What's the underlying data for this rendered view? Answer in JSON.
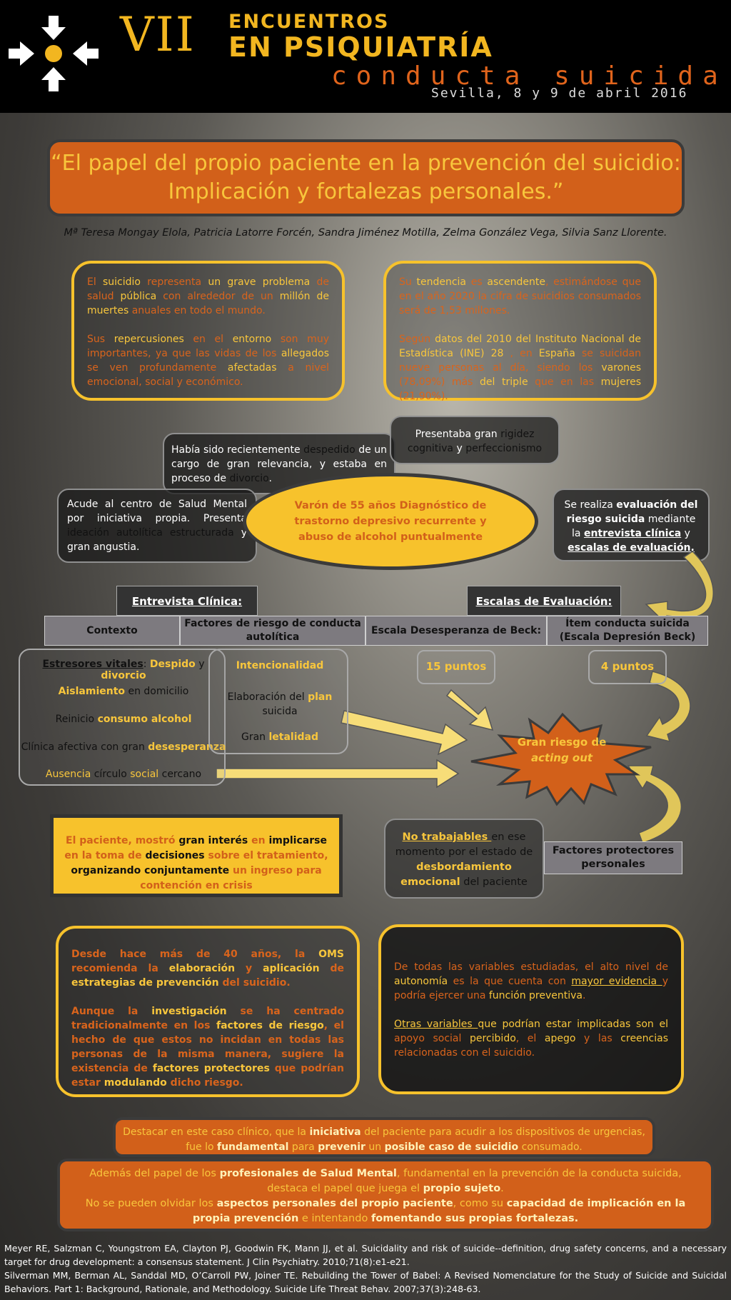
{
  "header": {
    "edition": "VII",
    "line1": "ENCUENTROS",
    "line2": "EN PSIQUIATRÍA",
    "subtitle": "conducta suicida",
    "date": "Sevilla, 8 y 9 de abril 2016"
  },
  "title": "“El papel del propio paciente en la prevención del suicidio: Implicación y fortalezas personales.”",
  "authors": "Mª Teresa Mongay Elola, Patricia Latorre Forcén, Sandra Jiménez Motilla, Zelma González Vega, Silvia Sanz Llorente.",
  "intro_left": {
    "p1": [
      {
        "t": "El ",
        "c": "o"
      },
      {
        "t": "suicidio",
        "c": "y"
      },
      {
        "t": " representa ",
        "c": "o"
      },
      {
        "t": "un grave problema",
        "c": "y"
      },
      {
        "t": " de salud ",
        "c": "o"
      },
      {
        "t": "pública",
        "c": "y"
      },
      {
        "t": " con alrededor de un ",
        "c": "o"
      },
      {
        "t": "millón de muertes",
        "c": "y"
      },
      {
        "t": " anuales en todo el mundo.",
        "c": "o"
      }
    ],
    "p2": [
      {
        "t": "Sus ",
        "c": "o"
      },
      {
        "t": "repercusiones",
        "c": "y"
      },
      {
        "t": " en el ",
        "c": "o"
      },
      {
        "t": "entorno",
        "c": "y"
      },
      {
        "t": " son muy importantes, ya que las vidas de los ",
        "c": "o"
      },
      {
        "t": "allegados",
        "c": "y"
      },
      {
        "t": " se ven profundamente ",
        "c": "o"
      },
      {
        "t": "afectadas",
        "c": "y"
      },
      {
        "t": " a nivel emocional, social y económico.",
        "c": "o"
      }
    ]
  },
  "intro_right": {
    "p1": [
      {
        "t": "Su ",
        "c": "o"
      },
      {
        "t": "tendencia",
        "c": "y"
      },
      {
        "t": " es ",
        "c": "o"
      },
      {
        "t": "ascendente",
        "c": "y"
      },
      {
        "t": ", estimándose que en el año 2020 la cifra de suicidios consumados será de 1,53 millones.",
        "c": "o"
      }
    ],
    "p2": [
      {
        "t": "Según ",
        "c": "o"
      },
      {
        "t": "datos del 2010 del Instituto Nacional de Estadística (INE) 28",
        "c": "y"
      },
      {
        "t": " , en ",
        "c": "o"
      },
      {
        "t": "España",
        "c": "y"
      },
      {
        "t": " se suicidan nueve personas al día, siendo los ",
        "c": "o"
      },
      {
        "t": "varones",
        "c": "y"
      },
      {
        "t": " (78,09%) más ",
        "c": "o"
      },
      {
        "t": "del triple",
        "c": "y"
      },
      {
        "t": " que en las ",
        "c": "o"
      },
      {
        "t": "mujeres",
        "c": "y"
      },
      {
        "t": " (21,90%).",
        "c": "o"
      }
    ]
  },
  "case": {
    "despedido": [
      {
        "t": "Había sido recientemente ",
        "c": "w"
      },
      {
        "t": "despedido",
        "c": "k"
      },
      {
        "t": " de un cargo de gran relevancia, y estaba en proceso de ",
        "c": "w"
      },
      {
        "t": "divorcio",
        "c": "k"
      },
      {
        "t": ".",
        "c": "w"
      }
    ],
    "rigidez": [
      {
        "t": "Presentaba gran ",
        "c": "w"
      },
      {
        "t": "rigidez cognitiva",
        "c": "k"
      },
      {
        "t": " y ",
        "c": "w"
      },
      {
        "t": "perfeccionismo",
        "c": "k"
      }
    ],
    "acude": [
      {
        "t": "Acude al centro de Salud Mental por iniciativa propia.",
        "c": "w"
      },
      {
        "t": " Presenta ",
        "c": "w"
      },
      {
        "t": "ideación autolítica estructurada",
        "c": "k"
      },
      {
        "t": " y gran angustia.",
        "c": "w"
      }
    ],
    "ellipse": "Varón de 55 años Diagnóstico de trastorno depresivo recurrente y abuso de alcohol puntualmente",
    "evaluacion": {
      "pre": "Se realiza ",
      "bold": "evaluación del riesgo suicida",
      "mid": " mediante la ",
      "u1": "entrevista clínica",
      "y": " y ",
      "u2": "escalas de evaluación."
    }
  },
  "labels": {
    "entrevista": "Entrevista Clínica:",
    "escalas": "Escalas de Evaluación:"
  },
  "headers": [
    "Contexto",
    "Factores de riesgo de conducta autolítica",
    "Escala Desesperanza de Beck:",
    "Ítem conducta suicida (Escala  Depresión Beck)"
  ],
  "contexto": [
    {
      "title": "Estresores vitales",
      "colon": ": ",
      "a": "Despido",
      "y": " y ",
      "b": "divorcio"
    },
    {
      "a": "Aislamiento",
      "rest": " en domicilio"
    },
    {
      "pre": "Reinicio ",
      "a": "consumo alcohol"
    },
    {
      "pre": "Clínica afectiva con gran ",
      "a": "desesperanza"
    },
    {
      "a": "Ausencia",
      "m1": " círculo ",
      "b": "social",
      "m2": " cercano"
    }
  ],
  "factores": [
    {
      "a": "Intencionalidad"
    },
    {
      "pre": "Elaboración del ",
      "a": "plan",
      "post": " suicida"
    },
    {
      "pre": "Gran ",
      "a": "letalidad"
    }
  ],
  "beck_score": "15 puntos",
  "item_score": "4 puntos",
  "gran_riesgo": {
    "l1": "Gran riesgo de",
    "l2": "acting out"
  },
  "paciente_box": [
    {
      "t": "El paciente, ",
      "c": "o"
    },
    {
      "t": "mostró ",
      "c": "o"
    },
    {
      "t": "gran interés",
      "c": "k"
    },
    {
      "t": " en ",
      "c": "o"
    },
    {
      "t": "implicarse",
      "c": "k"
    },
    {
      "t": " en la toma de ",
      "c": "o"
    },
    {
      "t": "decisiones",
      "c": "k"
    },
    {
      "t": " sobre el tratamiento, ",
      "c": "o"
    },
    {
      "t": "organizando conjuntamente",
      "c": "k"
    },
    {
      "t": " un ingreso para contención en crisis",
      "c": "o"
    }
  ],
  "no_trabajables": {
    "u": "No trabajables ",
    "t1": "en ese momento por el estado de ",
    "y": "desbordamiento emocional",
    "t2": " del paciente"
  },
  "factores_protectores": "Factores protectores personales",
  "oms_box": {
    "p1": [
      {
        "t": "Desde hace más de 40 años, la ",
        "c": "o"
      },
      {
        "t": "OMS",
        "c": "y"
      },
      {
        "t": " recomienda la ",
        "c": "o"
      },
      {
        "t": "elaboración",
        "c": "y"
      },
      {
        "t": " y ",
        "c": "o"
      },
      {
        "t": "aplicación",
        "c": "y"
      },
      {
        "t": " de ",
        "c": "o"
      },
      {
        "t": "estrategias de prevención",
        "c": "y"
      },
      {
        "t": " del suicidio.",
        "c": "o"
      }
    ],
    "p2": [
      {
        "t": "Aunque la ",
        "c": "o"
      },
      {
        "t": "investigación",
        "c": "y"
      },
      {
        "t": " se ha centrado tradicionalmente en los ",
        "c": "o"
      },
      {
        "t": "factores de riesgo",
        "c": "y"
      },
      {
        "t": ", el hecho de que estos no incidan en todas las personas de la misma manera, sugiere la existencia de ",
        "c": "o"
      },
      {
        "t": "factores protectores",
        "c": "y"
      },
      {
        "t": " que podrían estar ",
        "c": "o"
      },
      {
        "t": "modulando",
        "c": "y"
      },
      {
        "t": " dicho riesgo.",
        "c": "o"
      }
    ]
  },
  "variables_box": {
    "p1": [
      {
        "t": "De todas las variables estudiadas, el alto nivel de ",
        "c": "o"
      },
      {
        "t": "autonomía",
        "c": "y"
      },
      {
        "t": " es la que cuenta con ",
        "c": "o"
      },
      {
        "t": "mayor evidencia ",
        "c": "yu"
      },
      {
        "t": "y podría ejercer una ",
        "c": "o"
      },
      {
        "t": "función preventiva",
        "c": "y"
      },
      {
        "t": ".",
        "c": "o"
      }
    ],
    "p2": [
      {
        "t": "Otras variables ",
        "c": "yu"
      },
      {
        "t": "que podrían estar implicadas son el ",
        "c": "y"
      },
      {
        "t": "apoyo social",
        "c": "o"
      },
      {
        "t": " percibido",
        "c": "y"
      },
      {
        "t": ", el ",
        "c": "o"
      },
      {
        "t": "apego",
        "c": "y"
      },
      {
        "t": " y las ",
        "c": "o"
      },
      {
        "t": "creencias",
        "c": "y"
      },
      {
        "t": " relacionadas con el suicidio.",
        "c": "o"
      }
    ]
  },
  "destacar": [
    {
      "t": "Destacar en este caso clínico, que la ",
      "c": "n"
    },
    {
      "t": "iniciativa",
      "c": "b"
    },
    {
      "t": " del paciente para acudir a los dispositivos de urgencias, fue lo ",
      "c": "n"
    },
    {
      "t": "fundamental",
      "c": "b"
    },
    {
      "t": " para ",
      "c": "n"
    },
    {
      "t": "prevenir",
      "c": "b"
    },
    {
      "t": " un ",
      "c": "n"
    },
    {
      "t": "posible caso de suicidio",
      "c": "b"
    },
    {
      "t": " consumado.",
      "c": "n"
    }
  ],
  "ademas": [
    {
      "t": "Además del papel de los ",
      "c": "n"
    },
    {
      "t": "profesionales de Salud Mental",
      "c": "b"
    },
    {
      "t": ", fundamental en la prevención de la conducta suicida, destaca el papel que juega el ",
      "c": "n"
    },
    {
      "t": "propio sujeto",
      "c": "b"
    },
    {
      "t": ".",
      "c": "n"
    },
    {
      "t": "BR",
      "c": "br"
    },
    {
      "t": "No se pueden olvidar los ",
      "c": "n"
    },
    {
      "t": "aspectos personales del propio paciente",
      "c": "b"
    },
    {
      "t": ", como su ",
      "c": "n"
    },
    {
      "t": "capacidad de implicación en la propia prevención",
      "c": "b"
    },
    {
      "t": " e intentando ",
      "c": "n"
    },
    {
      "t": "fomentando sus propias fortalezas.",
      "c": "b"
    }
  ],
  "references": [
    "Meyer RE, Salzman C, Youngstrom EA, Clayton PJ, Goodwin FK, Mann JJ, et al. Suicidality and risk of suicide--definition, drug safety concerns, and a necessary target for drug development: a consensus statement. J Clin Psychiatry. 2010;71(8):e1-e21.",
    "Silverman MM, Berman AL, Sanddal MD, O’Carroll PW, Joiner TE. Rebuilding the Tower of Babel: A Revised Nomenclature for the Study of Suicide and Suicidal Behaviors. Part 1: Background, Rationale, and Methodology. Suicide Life Threat Behav. 2007;37(3):248-63."
  ],
  "colors": {
    "orange": "#d2601a",
    "yellow": "#f8c63c",
    "dark_gray": "#3b3b3b"
  }
}
